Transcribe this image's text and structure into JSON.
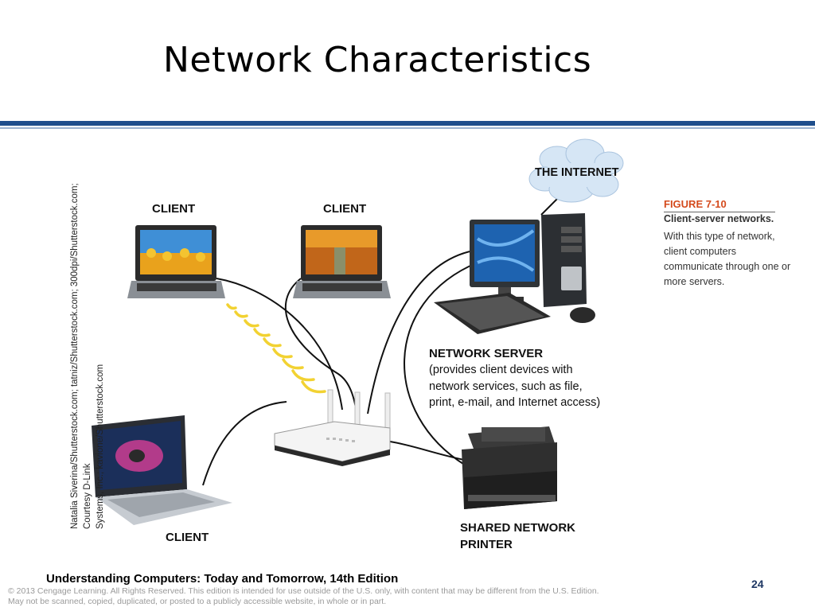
{
  "slide": {
    "title": "Network Characteristics",
    "page_number": "24",
    "footer_book": "Understanding Computers: Today and Tomorrow, 14th Edition",
    "copyright_line1": "© 2013 Cengage Learning. All Rights Reserved. This edition is intended for use outside of the U.S. only, with content that may be different from the U.S. Edition.",
    "copyright_line2": "May not be scanned, copied, duplicated, or posted to a publicly accessible website, in whole or in part."
  },
  "diagram": {
    "internet_label": "THE INTERNET",
    "client_label_1": "CLIENT",
    "client_label_2": "CLIENT",
    "client_label_3": "CLIENT",
    "server_label": "NETWORK SERVER",
    "server_desc_1": "(provides client devices with",
    "server_desc_2": "network services, such as file,",
    "server_desc_3": "print, e-mail, and Internet access)",
    "printer_label_1": "SHARED NETWORK",
    "printer_label_2": "PRINTER",
    "photo_credit_1": "Natalia Siverina/Shutterstock.com; tatniz/Shutterstock.com; 300dpi/Shutterstock.com; Courtesy D-Link",
    "photo_credit_2": "Systems, Inc.; kavione/Shutterstock.com"
  },
  "figure": {
    "number": "FIGURE 7-10",
    "caption_title": "Client-server networks.",
    "caption_text": "With this type of network, client computers communicate through one or more servers."
  },
  "colors": {
    "accent_blue": "#1f4e8c",
    "figure_orange": "#d44a1c",
    "wireless_yellow": "#f2d232"
  }
}
